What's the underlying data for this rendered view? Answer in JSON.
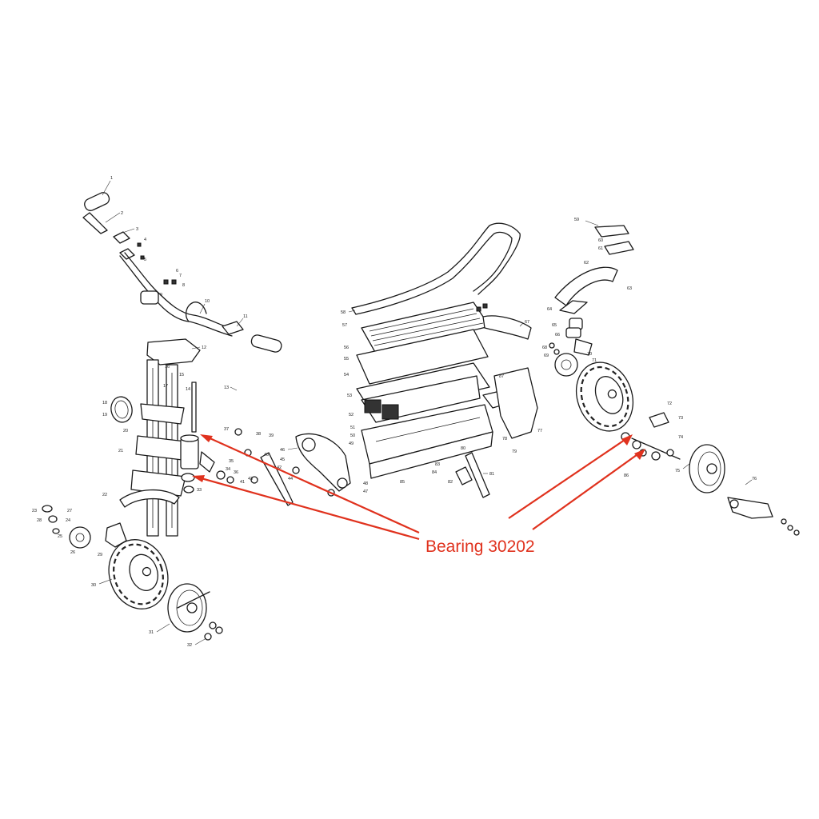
{
  "callout": {
    "text": "Bearing 30202",
    "color": "#e0321e"
  },
  "part_numbers": [
    "1",
    "2",
    "3",
    "4",
    "5",
    "6",
    "7",
    "8",
    "9",
    "10",
    "11",
    "12",
    "13",
    "14",
    "15",
    "16",
    "17",
    "18",
    "19",
    "20",
    "21",
    "22",
    "23",
    "24",
    "25",
    "26",
    "27",
    "28",
    "29",
    "30",
    "31",
    "32",
    "33",
    "34",
    "35",
    "36",
    "37",
    "38",
    "39",
    "40",
    "41",
    "42",
    "43",
    "44",
    "45",
    "46",
    "47",
    "48",
    "49",
    "50",
    "51",
    "52",
    "53",
    "54",
    "55",
    "56",
    "57",
    "58",
    "59",
    "60",
    "61",
    "62",
    "63",
    "64",
    "65",
    "66",
    "67",
    "68",
    "69",
    "70",
    "71",
    "72",
    "73",
    "74",
    "75",
    "76",
    "77",
    "78",
    "79",
    "80",
    "81",
    "82",
    "83",
    "84",
    "85",
    "86",
    "87"
  ]
}
